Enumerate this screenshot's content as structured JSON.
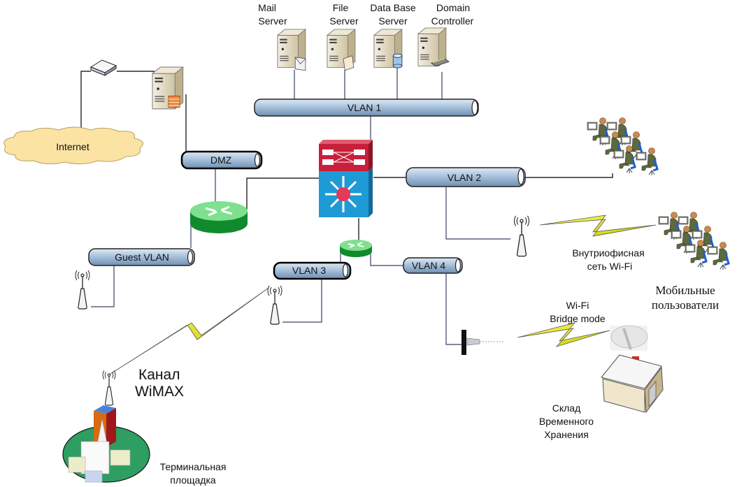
{
  "diagram": {
    "type": "network-topology",
    "colors": {
      "pipe_fill": "#9fb9d6",
      "pipe_dark": "#6f8fb2",
      "router_green": "#1a9a3a",
      "switch_red": "#c8203a",
      "switch_blue": "#1e9ad6",
      "lightning": "#e8e820",
      "cloud": "#fbe3a4",
      "server": "#e3d9c1",
      "line": "#000000",
      "vlan_line": "#3d3d6b"
    },
    "servers": [
      {
        "label_line1": "Mail",
        "label_line2": "Server",
        "icon": "mail-server-icon"
      },
      {
        "label_line1": "File",
        "label_line2": "Server",
        "icon": "file-server-icon"
      },
      {
        "label_line1": "Data Base",
        "label_line2": "Server",
        "icon": "database-server-icon"
      },
      {
        "label_line1": "Domain",
        "label_line2": "Controller",
        "icon": "domain-controller-icon"
      }
    ],
    "segments": {
      "vlan1": "VLAN 1",
      "vlan2": "VLAN 2",
      "vlan3": "VLAN 3",
      "vlan4": "VLAN 4",
      "dmz": "DMZ",
      "guest": "Guest VLAN"
    },
    "internet": "Internet",
    "labels": {
      "wimax_line1": "Канал",
      "wimax_line2": "WiMAX",
      "terminal_line1": "Терминальная",
      "terminal_line2": "площадка",
      "office_wifi_line1": "Внутриофисная",
      "office_wifi_line2": "сеть Wi-Fi",
      "mobile_line1": "Мобильные",
      "mobile_line2": "пользователи",
      "bridge_line1": "Wi-Fi",
      "bridge_line2": "Bridge mode",
      "warehouse_line1": "Склад",
      "warehouse_line2": "Временного",
      "warehouse_line3": "Хранения"
    }
  }
}
